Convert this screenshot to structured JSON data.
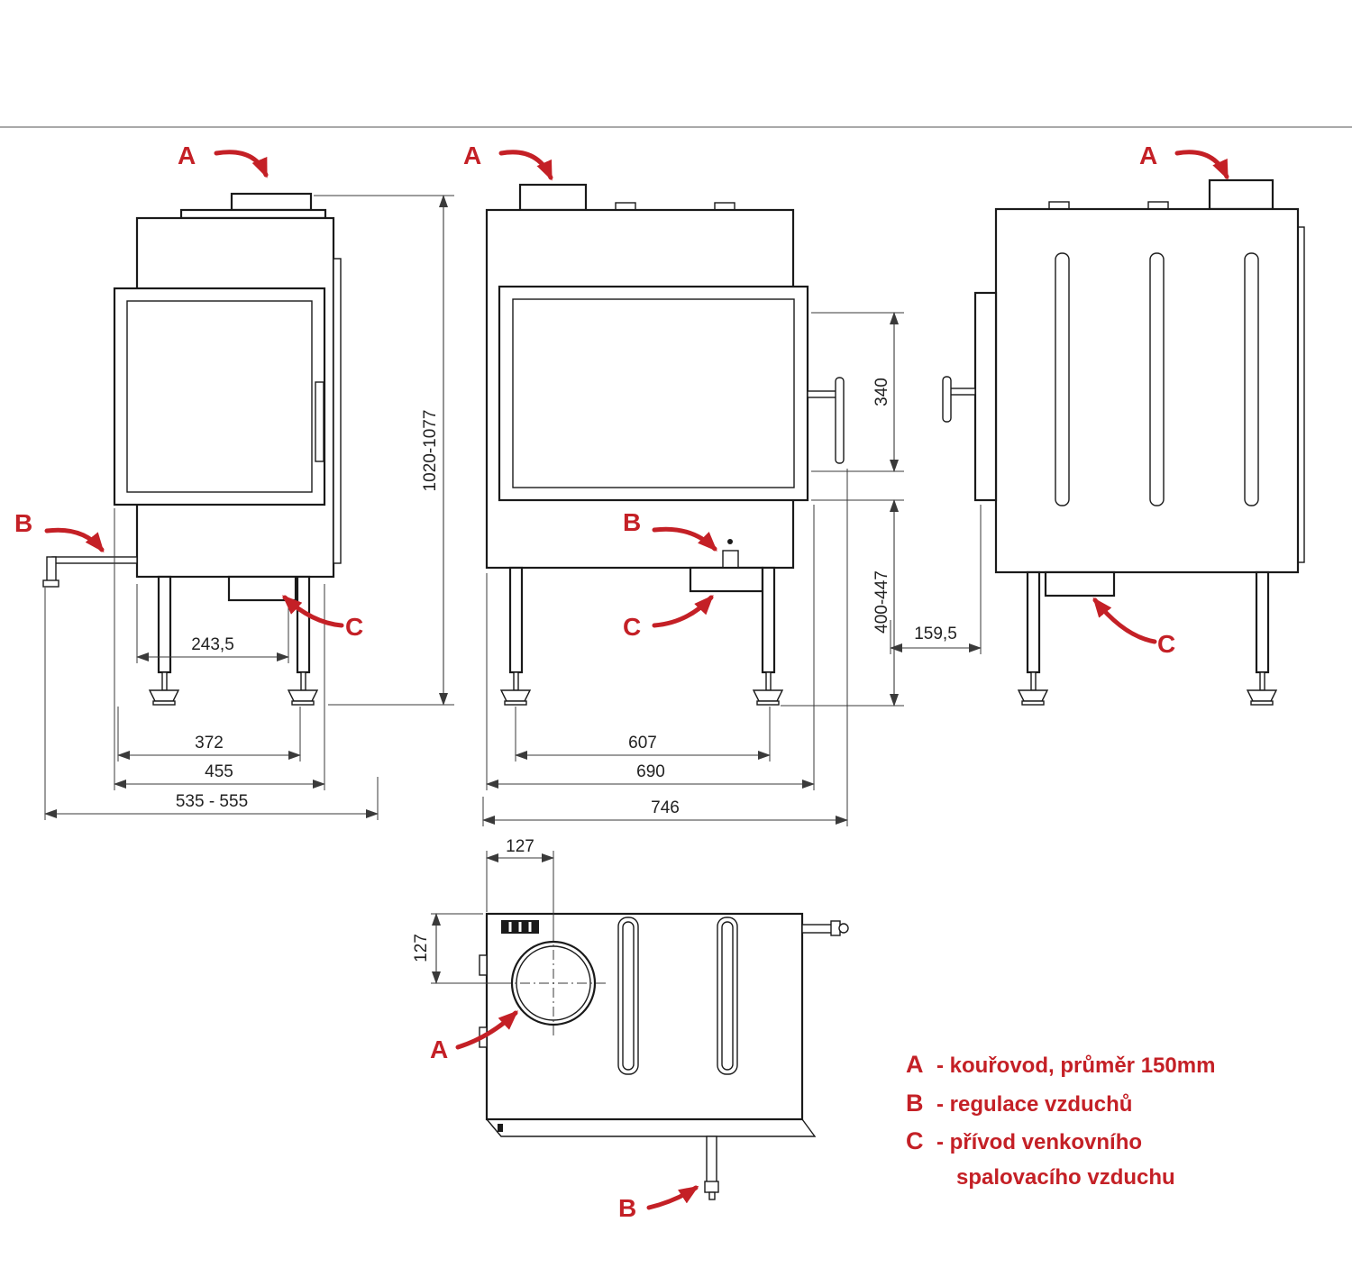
{
  "colors": {
    "accent": "#c42026",
    "line": "#1a1a1a",
    "dim_text": "#222222"
  },
  "callouts": {
    "a": "A",
    "b": "B",
    "c": "C"
  },
  "views": {
    "left_side": {
      "dims": {
        "intake_offset": "243,5",
        "feet_span": "372",
        "body_depth": "455",
        "total_depth": "535 - 555",
        "total_height": "1020-1077"
      }
    },
    "front": {
      "dims": {
        "feet_span": "607",
        "body_width": "690",
        "total_width": "746",
        "glass_height": "340",
        "base_height": "400-447"
      }
    },
    "right_side": {
      "dims": {
        "intake_offset": "159,5"
      }
    },
    "top": {
      "dims": {
        "flue_x": "127",
        "flue_y": "127"
      }
    }
  },
  "legend": {
    "items": [
      {
        "key": "A",
        "text": "- kouřovod, průměr 150mm"
      },
      {
        "key": "B",
        "text": "- regulace vzduchů"
      },
      {
        "key": "C",
        "text": "- přívod venkovního"
      },
      {
        "key": "",
        "text": "spalovacího vzduchu"
      }
    ]
  }
}
